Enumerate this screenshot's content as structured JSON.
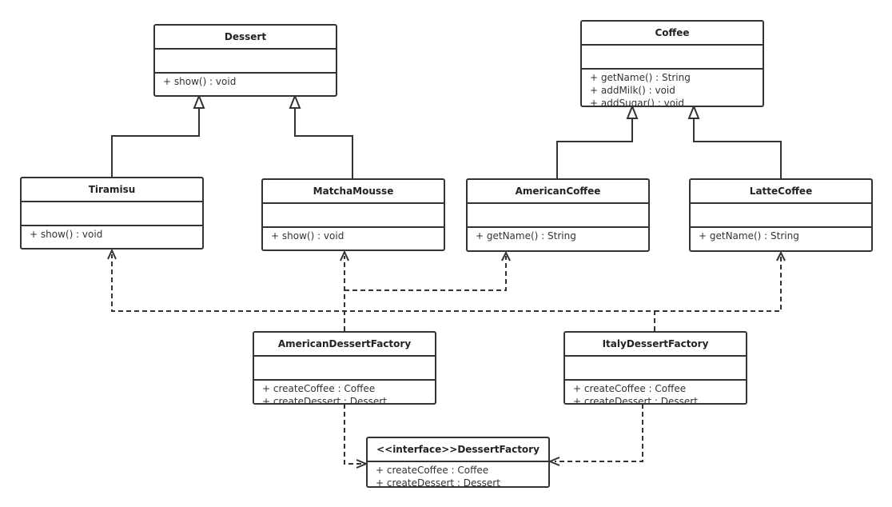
{
  "classes": {
    "dessert": {
      "name": "Dessert",
      "methods": [
        "+ show() : void"
      ]
    },
    "coffee": {
      "name": "Coffee",
      "methods": [
        "+ getName() : String",
        "+ addMilk() : void",
        "+ addSugar() : void"
      ]
    },
    "tiramisu": {
      "name": "Tiramisu",
      "methods": [
        "+ show() : void"
      ]
    },
    "matcha": {
      "name": "MatchaMousse",
      "methods": [
        "+ show() : void"
      ]
    },
    "american_coffee": {
      "name": "AmericanCoffee",
      "methods": [
        "+ getName() : String"
      ]
    },
    "latte": {
      "name": "LatteCoffee",
      "methods": [
        "+ getName() : String"
      ]
    },
    "american_factory": {
      "name": "AmericanDessertFactory",
      "methods": [
        "+ createCoffee : Coffee",
        "+ createDessert : Dessert"
      ]
    },
    "italy_factory": {
      "name": "ItalyDessertFactory",
      "methods": [
        "+ createCoffee : Coffee",
        "+ createDessert : Dessert"
      ]
    },
    "dessert_factory": {
      "name": "<<interface>>DessertFactory",
      "methods": [
        "+ createCoffee : Coffee",
        "+ createDessert : Dessert"
      ]
    }
  },
  "colors": {
    "line": "#333333",
    "background": "#ffffff"
  }
}
